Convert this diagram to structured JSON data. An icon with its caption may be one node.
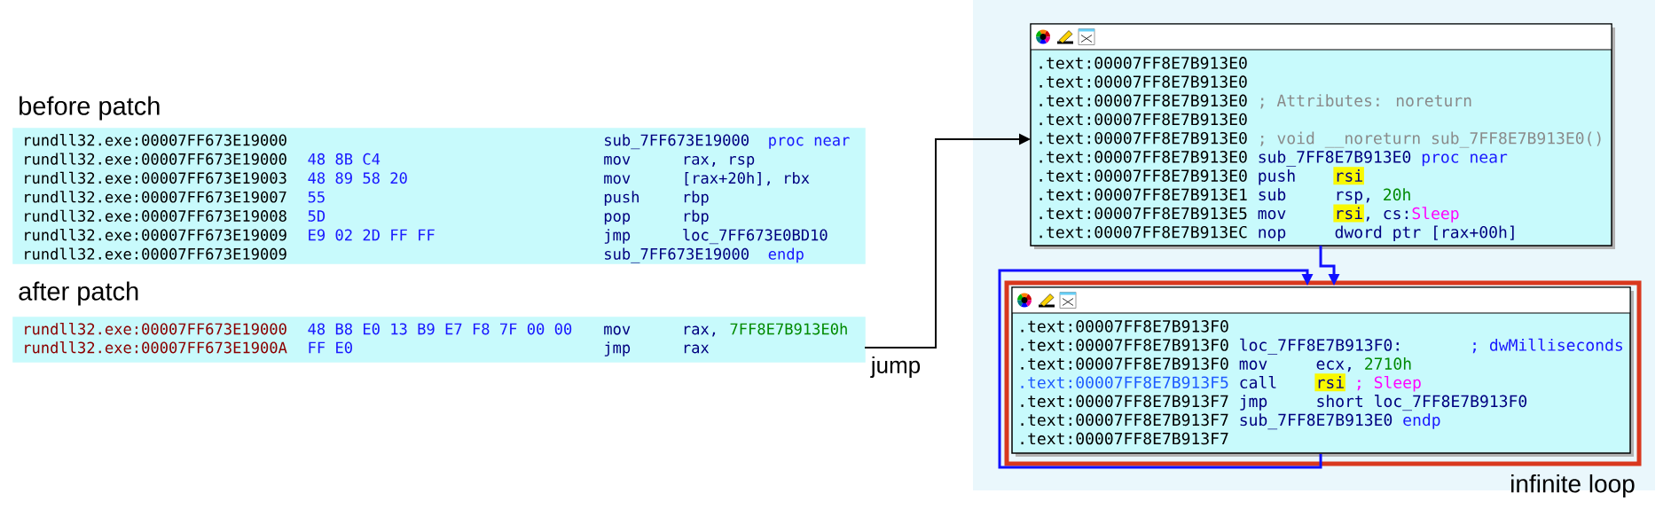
{
  "diagram": {
    "nodes": [
      {
        "text": [
          "before patch",
          "rundll32.exe:00007FF673E19000",
          "sub_7FF673E19000",
          "proc near",
          "rundll32.exe:00007FF673E19000",
          "48 8B C4",
          "mov",
          "rax, rsp",
          "rundll32.exe:00007FF673E19003",
          "48 89 58 20",
          "mov",
          "[rax+20h], rbx",
          "rundll32.exe:00007FF673E19007",
          "55",
          "push",
          "rbp",
          "rundll32.exe:00007FF673E19008",
          "5D",
          "pop",
          "rbp",
          "rundll32.exe:00007FF673E19009",
          "E9 02 2D FF FF",
          "jmp",
          "loc_7FF673E0BD10",
          "rundll32.exe:00007FF673E19009",
          "sub_7FF673E19000",
          "endp"
        ]
      },
      {
        "text": [
          "after patch",
          "rundll32.exe:00007FF673E19000",
          "48 B8 E0 13 B9 E7 F8 7F 00 00",
          "mov",
          "rax,",
          "7FF8E7B913E0h",
          "rundll32.exe:00007FF673E1900A",
          "FF E0",
          "jmp",
          "rax"
        ]
      },
      {
        "text": [
          ".text:00007FF8E7B913E0",
          ".text:00007FF8E7B913E0",
          ".text:00007FF8E7B913E0",
          "; Attributes: noreturn",
          ".text:00007FF8E7B913E0",
          ".text:00007FF8E7B913E0",
          "; void __noreturn sub_7FF8E7B913E0()",
          ".text:00007FF8E7B913E0",
          "sub_7FF8E7B913E0",
          "proc near",
          ".text:00007FF8E7B913E0",
          "push",
          "rsi",
          ".text:00007FF8E7B913E1",
          "sub",
          "rsp,",
          "20h",
          ".text:00007FF8E7B913E5",
          "mov",
          "rsi,",
          "cs:",
          "Sleep",
          ".text:00007FF8E7B913EC",
          "nop",
          "dword ptr [rax+00h]"
        ]
      },
      {
        "text": [],
        "shape": "box",
        "beside": [
          "infinite loop"
        ]
      },
      {
        "text": [
          ".text:00007FF8E7B913F0",
          ".text:00007FF8E7B913F0",
          "loc_7FF8E7B913F0:",
          "; dwMilliseconds",
          ".text:00007FF8E7B913F0",
          "mov",
          "ecx,",
          "2710h",
          ".text:00007FF8E7B913F5",
          "call",
          "rsi",
          "; Sleep",
          ".text:00007FF8E7B913F7",
          "jmp",
          "short loc_7FF8E7B913F0",
          ".text:00007FF8E7B913F7",
          "sub_7FF8E7B913E0",
          "endp",
          ".text:00007FF8E7B913F7"
        ],
        "in": 3
      }
    ],
    "edges": [
      {
        "from": 1,
        "to": 2,
        "arrow": "to",
        "label": "jump",
        "color": "#000000"
      },
      {
        "from": 2,
        "to": 4,
        "arrow": "to",
        "color": "#1010ff"
      },
      {
        "from": 4,
        "to": 4,
        "arrow": "to",
        "color": "#1010ff"
      }
    ]
  }
}
